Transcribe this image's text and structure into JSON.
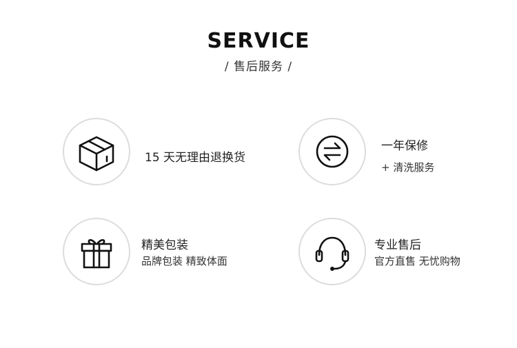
{
  "header": {
    "title": "SERVICE",
    "subtitle": "/ 售后服务 /"
  },
  "services": [
    {
      "icon": "box-icon",
      "title": "15 天无理由退换货"
    },
    {
      "icon": "exchange-arrows-icon",
      "title": "一年保修",
      "subtitle": "+ 清洗服务"
    },
    {
      "icon": "gift-icon",
      "title": "精美包装",
      "subtitle": "品牌包装 精致体面"
    },
    {
      "icon": "headset-icon",
      "title": "专业售后",
      "subtitle": "官方直售 无忧购物"
    }
  ]
}
